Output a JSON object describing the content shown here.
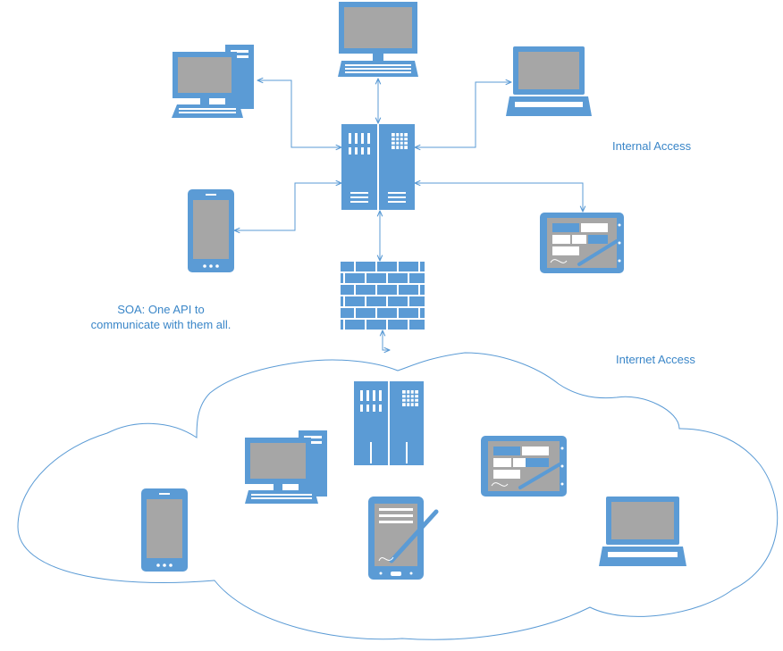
{
  "labels": {
    "soa_line1": "SOA: One API to",
    "soa_line2": "communicate with them all.",
    "internal_access": "Internal Access",
    "internet_access": "Internet Access"
  },
  "colors": {
    "device_blue": "#5b9bd5",
    "screen_gray": "#a6a6a6",
    "connector_line": "#5b9bd5",
    "label_text": "#3a86c8",
    "cloud_outline": "#5b9bd5"
  },
  "internal_devices": [
    {
      "type": "desktop-computer",
      "icon": "desktop-icon"
    },
    {
      "type": "monitor",
      "icon": "monitor-icon"
    },
    {
      "type": "laptop",
      "icon": "laptop-icon"
    },
    {
      "type": "smartphone",
      "icon": "smartphone-icon"
    },
    {
      "type": "tablet",
      "icon": "tablet-icon"
    }
  ],
  "hub": {
    "type": "server",
    "icon": "server-icon"
  },
  "gateway": {
    "type": "firewall",
    "icon": "firewall-icon"
  },
  "cloud_devices": [
    {
      "type": "server",
      "icon": "server-icon"
    },
    {
      "type": "desktop-computer",
      "icon": "desktop-icon"
    },
    {
      "type": "tablet",
      "icon": "tablet-icon"
    },
    {
      "type": "smartphone",
      "icon": "smartphone-icon"
    },
    {
      "type": "pda",
      "icon": "pda-icon"
    },
    {
      "type": "laptop",
      "icon": "laptop-icon"
    }
  ]
}
